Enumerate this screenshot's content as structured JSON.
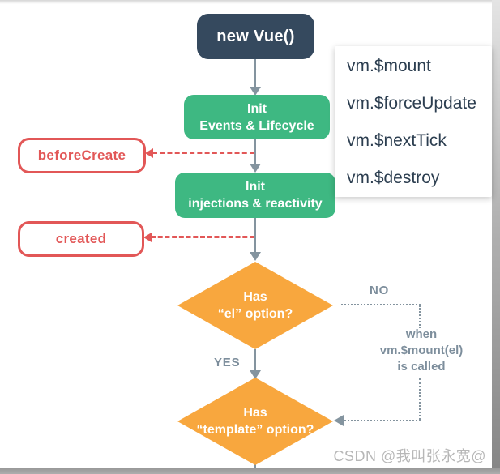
{
  "panel": {
    "items": [
      "vm.$mount",
      "vm.$forceUpdate",
      "vm.$nextTick",
      "vm.$destroy"
    ]
  },
  "flowchart": {
    "new_vue": "new Vue()",
    "init_events": [
      "Init",
      "Events & Lifecycle"
    ],
    "before_create": "beforeCreate",
    "init_injections": [
      "Init",
      "injections & reactivity"
    ],
    "created": "created",
    "has_el": [
      "Has",
      "“el” option?"
    ],
    "has_template": [
      "Has",
      "“template” option?"
    ],
    "no_label": "NO",
    "yes_label": "YES",
    "when_note": [
      "when",
      "vm.$mount(el)",
      "is called"
    ]
  },
  "watermark": "CSDN @我叫张永宽@",
  "colors": {
    "navy": "#35495e",
    "green": "#3eb882",
    "orange": "#f8a73e",
    "red": "#e25757",
    "line_gray": "#84949f",
    "label_gray": "#7d8e9c",
    "panel_text": "#2c3e50",
    "watermark_gray": "#b7b7b7"
  }
}
